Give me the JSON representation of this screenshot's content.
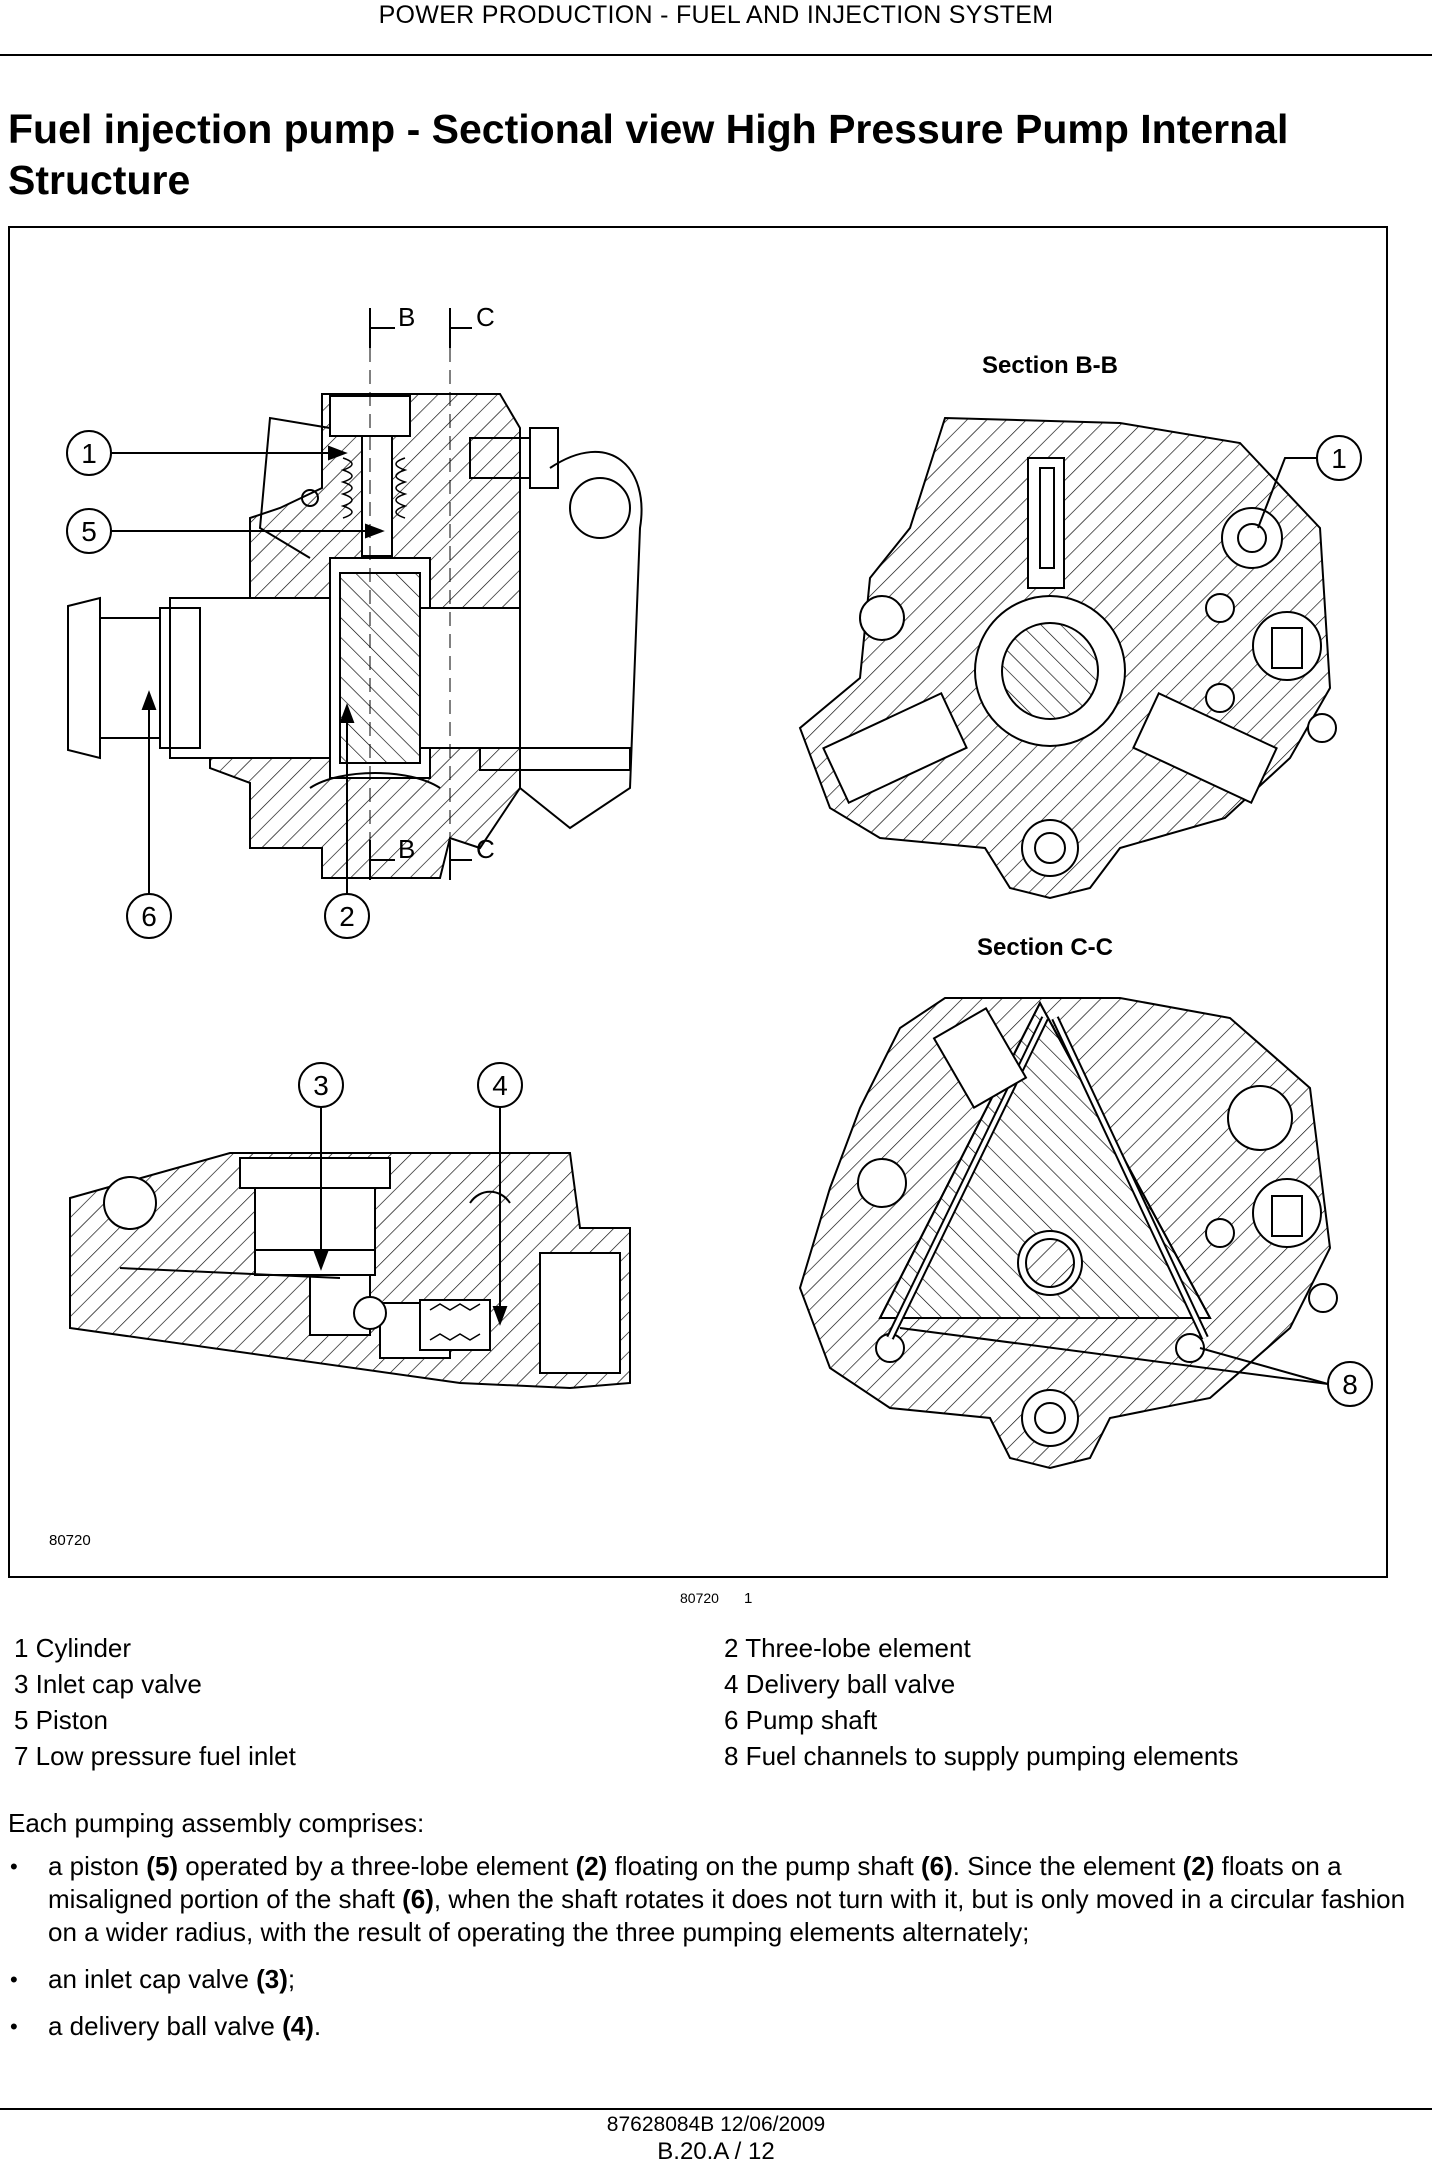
{
  "header": {
    "title": "POWER PRODUCTION - FUEL AND INJECTION SYSTEM"
  },
  "page_title": "Fuel injection pump - Sectional view High Pressure Pump Internal Structure",
  "figure": {
    "code_inside": "80720",
    "caption_code": "80720",
    "caption_number": "1",
    "section_bb": "Section B-B",
    "section_cc": "Section C-C",
    "cut_b": "B",
    "cut_c": "C",
    "callouts": [
      "1",
      "5",
      "6",
      "2",
      "3",
      "4",
      "1",
      "8"
    ]
  },
  "legend": [
    {
      "left": "1 Cylinder",
      "right": "2 Three-lobe element"
    },
    {
      "left": "3 Inlet cap valve",
      "right": "4 Delivery ball valve"
    },
    {
      "left": "5 Piston",
      "right": "6 Pump shaft"
    },
    {
      "left": "7 Low pressure fuel inlet",
      "right": "8 Fuel channels to supply pumping elements"
    }
  ],
  "intro": "Each pumping assembly comprises:",
  "bullets": {
    "b1": {
      "t1": "a piston ",
      "r1": "(5)",
      "t2": " operated by a three-lobe element ",
      "r2": "(2)",
      "t3": " floating on the pump shaft ",
      "r3": "(6)",
      "t4": ". Since the element ",
      "r4": "(2)",
      "t5": " floats on a misaligned portion of the shaft ",
      "r5": "(6)",
      "t6": ", when the shaft rotates it does not turn with it, but is only moved in a circular fashion on a wider radius, with the result of operating the three pumping elements alternately;"
    },
    "b2": {
      "t1": "an inlet cap valve ",
      "r1": "(3)",
      "t2": ";"
    },
    "b3": {
      "t1": "a delivery ball valve ",
      "r1": "(4)",
      "t2": "."
    }
  },
  "footer": {
    "doc": "87628084B 12/06/2009",
    "page": "B.20.A / 12"
  }
}
